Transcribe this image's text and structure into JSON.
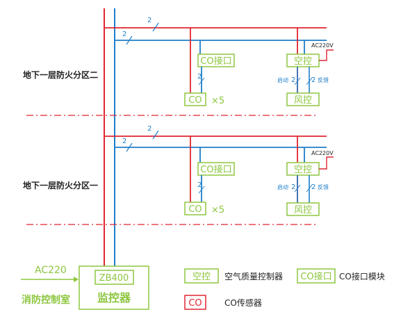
{
  "zones": [
    {
      "label": "地下一层防火分区二",
      "co_interface": "CO接口",
      "co_sensor": "CO",
      "co_count": "×5",
      "ac_control": "空控",
      "fan_control": "风控",
      "supply": "AC220V",
      "start_label": "启动",
      "feedback_label": "反馈",
      "wire_count": "2"
    },
    {
      "label": "地下一层防火分区一",
      "co_interface": "CO接口",
      "co_sensor": "CO",
      "co_count": "×5",
      "ac_control": "空控",
      "fan_control": "风控",
      "supply": "AC220V",
      "start_label": "启动",
      "feedback_label": "反馈",
      "wire_count": "2"
    }
  ],
  "control_room": {
    "power_input": "AC220",
    "room_label": "消防控制室",
    "model": "ZB400",
    "monitor_label": "监控器"
  },
  "legend": {
    "ac_control_symbol": "空控",
    "ac_control_desc": "空气质量控制器",
    "co_interface_symbol": "CO接口",
    "co_interface_desc": "CO接口模块",
    "co_sensor_symbol": "CO",
    "co_sensor_desc": "CO传感器"
  },
  "colors": {
    "red_line": "#e02531",
    "blue_line": "#1e7ec8",
    "green_box": "#8dc63f",
    "fire_zone_divider": "#e02531"
  }
}
